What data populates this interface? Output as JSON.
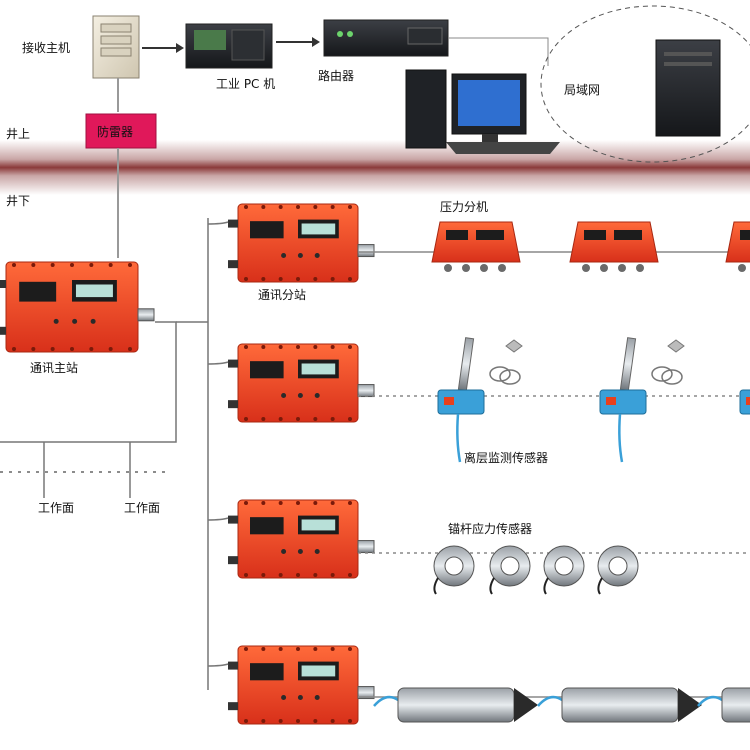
{
  "labels": {
    "receiver_host": "接收主机",
    "industrial_pc": "工业 PC 机",
    "router": "路由器",
    "lan": "局域网",
    "surge_protector": "防雷器",
    "above_ground": "井上",
    "underground": "井下",
    "comm_main_station": "通讯主站",
    "comm_substation": "通讯分站",
    "pressure_extension": "压力分机",
    "separation_sensor": "离层监测传感器",
    "bolt_stress_sensor": "锚杆应力传感器",
    "working_face_1": "工作面",
    "working_face_2": "工作面"
  },
  "colors": {
    "device_red": "#e8401c",
    "surface_band": "#8b3a3a",
    "surge_box": "#e0185a",
    "lcd": "#b8d8e0",
    "sensor_blue": "#3aa0d8"
  }
}
